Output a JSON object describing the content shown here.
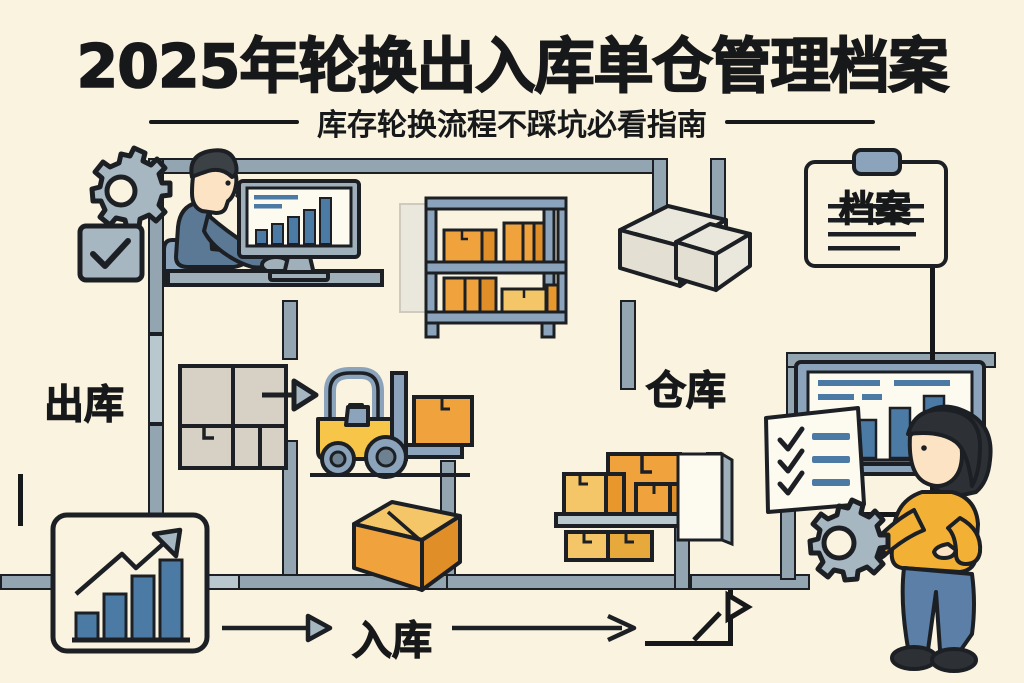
{
  "header": {
    "title": "2025年轮换出入库单仓管理档案",
    "subtitle": "库存轮换流程不踩坑必看指南"
  },
  "labels": {
    "outbound": "出库",
    "inbound": "入库",
    "warehouse": "仓库",
    "archive": "档案"
  },
  "colors": {
    "background": "#faf3e0",
    "ink": "#16181a",
    "pipe": "#93a5b1",
    "pipe_light": "#b9c7ce",
    "box_orange": "#f0a33c",
    "box_orange_dark": "#e08f28",
    "box_yellow": "#f4c668",
    "box_gray": "#d6d1c4",
    "shirt_blue": "#5b7894",
    "chair_blue": "#8ba3bb",
    "sweater_yellow": "#f2b134",
    "pants_blue": "#5b7fa6",
    "hair_dark": "#2d3136",
    "skin": "#fbe3c4",
    "bar_blue": "#4b7ba5",
    "screen": "#fdfaf0",
    "forklift_yellow": "#f7c548",
    "white_box": "#eae7dd"
  },
  "icons": {
    "gear_top_left": "gear-icon",
    "checkbox_top_left": "checkbox-check-icon",
    "gear_bottom_right": "gear-icon",
    "arrow_right": "arrow-right-icon",
    "clipboard": "clipboard-icon",
    "forklift": "forklift-icon",
    "growth_chart": "growth-chart-icon",
    "checklist": "checklist-icon"
  },
  "chart_data": [
    {
      "id": "desk-monitor-chart",
      "type": "bar",
      "title": "",
      "categories": [
        "1",
        "2",
        "3",
        "4",
        "5"
      ],
      "values": [
        30,
        42,
        58,
        75,
        100
      ],
      "xlabel": "",
      "ylabel": "",
      "ylim": [
        0,
        100
      ],
      "header_lines": 2,
      "grid": false,
      "legend": "none"
    },
    {
      "id": "growth-chart-icon",
      "type": "bar",
      "title": "",
      "categories": [
        "1",
        "2",
        "3",
        "4"
      ],
      "values": [
        22,
        45,
        72,
        100
      ],
      "xlabel": "",
      "ylabel": "",
      "ylim": [
        0,
        100
      ],
      "annotation": "rising-trend-arrow",
      "grid": false,
      "legend": "none"
    },
    {
      "id": "wall-monitor-chart",
      "type": "bar",
      "title": "",
      "categories": [
        "1",
        "2",
        "3",
        "4"
      ],
      "values": [
        38,
        58,
        80,
        100
      ],
      "xlabel": "",
      "ylabel": "",
      "ylim": [
        0,
        100
      ],
      "header_lines": 4,
      "grid": false,
      "legend": "none"
    }
  ],
  "clipboard": {
    "title": "档案",
    "line_count": 4
  },
  "checklist": {
    "item_count": 3,
    "checked": [
      true,
      true,
      true
    ]
  },
  "shelf": {
    "tiers": 2,
    "boxes_top": 5,
    "boxes_bottom": 5
  },
  "pallet": {
    "boxes_top": 3,
    "boxes_bottom": 2
  }
}
